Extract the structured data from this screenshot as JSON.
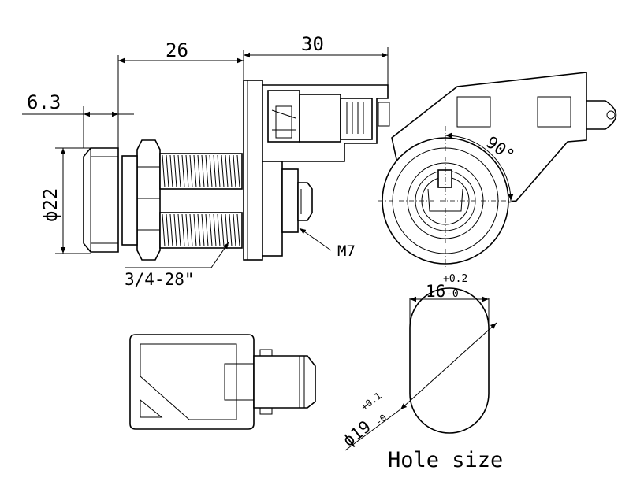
{
  "dimensions": {
    "overall_length": "26",
    "thread_section": "30",
    "flange_offset": "6.3",
    "diameter": "ϕ22",
    "thread_spec": "3/4-28\"",
    "nut_size": "M7",
    "rotation_angle": "90°",
    "hole_width_base": "16",
    "hole_width_upper_tol": "+0.2",
    "hole_width_lower_tol": "-0",
    "hole_dia_base": "ϕ19",
    "hole_dia_upper_tol": "+0.1",
    "hole_dia_lower_tol": "-0"
  },
  "captions": {
    "hole_size": "Hole size"
  },
  "colors": {
    "line": "#000000",
    "background": "#ffffff"
  }
}
